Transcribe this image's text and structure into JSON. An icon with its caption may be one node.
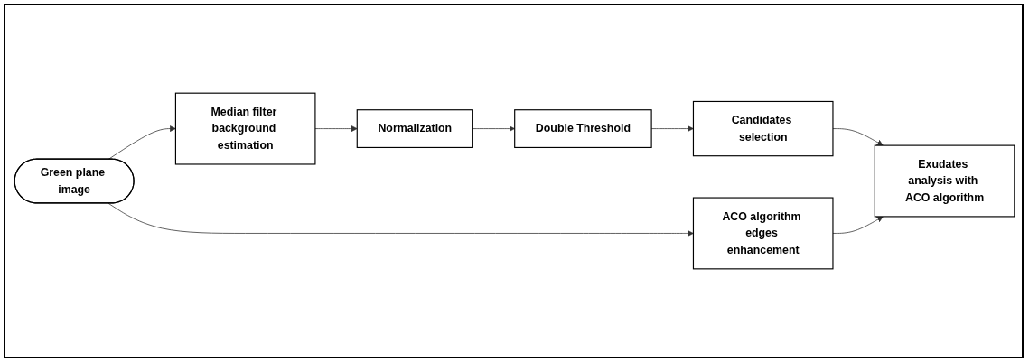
{
  "diagram": {
    "nodes": [
      {
        "text": [
          "Green plane image"
        ]
      },
      {
        "text": [
          "Median filter background estimation"
        ]
      },
      {
        "text": [
          "Normalization"
        ]
      },
      {
        "text": [
          "Double Threshold"
        ]
      },
      {
        "text": [
          "ACO algorithm edges enhancement"
        ]
      },
      {
        "text": [
          "Exudates analysis with ACO algorithm"
        ]
      },
      {
        "text": [
          "Candidates selection"
        ]
      }
    ],
    "edges": [
      {
        "from": 0,
        "to": 1,
        "arrow": "to"
      },
      {
        "from": 0,
        "to": 4,
        "arrow": "to"
      },
      {
        "from": 1,
        "to": 2,
        "arrow": "to"
      },
      {
        "from": 2,
        "to": 3,
        "arrow": "to"
      },
      {
        "from": 3,
        "to": 6,
        "arrow": "to"
      },
      {
        "from": 6,
        "to": 5,
        "arrow": "to"
      },
      {
        "from": 4,
        "to": 5,
        "arrow": "to"
      }
    ]
  }
}
